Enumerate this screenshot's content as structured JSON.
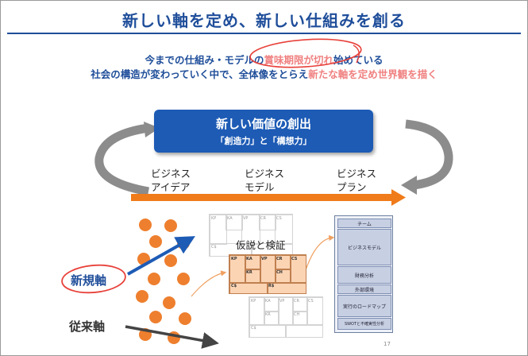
{
  "title": "新しい軸を定め、新しい仕組みを創る",
  "lead": {
    "line1_a": "今までの仕組み・モデルの",
    "line1_highlight": "賞味期限が切れ",
    "line1_b": "始めている",
    "line2_a": "社会の構造が変わっていく中で、全体像をとらえ",
    "line2_highlight": "新たな軸を定め世界観を描く"
  },
  "value_box": {
    "title": "新しい価値の創出",
    "subtitle": "「創造力」と「構想力」"
  },
  "stages": [
    {
      "line1": "ビジネス",
      "line2": "アイデア"
    },
    {
      "line1": "ビジネス",
      "line2": "モデル"
    },
    {
      "line1": "ビジネス",
      "line2": "プラン"
    }
  ],
  "axis_new": "新規軸",
  "axis_old": "従来軸",
  "hypothesis": "仮説と検証",
  "canvas_cells": [
    "KP",
    "KA",
    "VP",
    "CR",
    "CS",
    "KR",
    "CH",
    "C$",
    "R$"
  ],
  "plan_items": [
    "チーム",
    "ビジネスモデル",
    "財務分析",
    "外部環境",
    "実行のロードマップ",
    "SWOTと不確実性分析"
  ],
  "page_number": "17",
  "colors": {
    "title_blue": "#1f4e9a",
    "box_blue": "#1d5bb5",
    "highlight": "#f08080",
    "orange": "#f07b1a",
    "dot": "#ee7f2e",
    "arrow_grey": "#8c8c8c"
  }
}
